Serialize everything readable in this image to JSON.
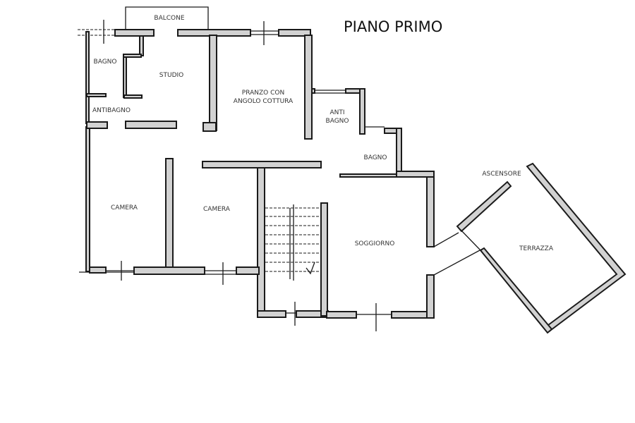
{
  "title": "PIANO PRIMO",
  "rooms": {
    "balcone": "BALCONE",
    "bagno1": "BAGNO",
    "studio": "STUDIO",
    "pranzo1": "PRANZO CON",
    "pranzo2": "ANGOLO COTTURA",
    "antibagno1": "ANTIBAGNO",
    "anti": "ANTI",
    "anti_bagno": "BAGNO",
    "bagno2": "BAGNO",
    "camera1": "CAMERA",
    "camera2": "CAMERA",
    "soggiorno": "SOGGIORNO",
    "ascensore": "ASCENSORE",
    "terrazza": "TERRAZZA"
  }
}
